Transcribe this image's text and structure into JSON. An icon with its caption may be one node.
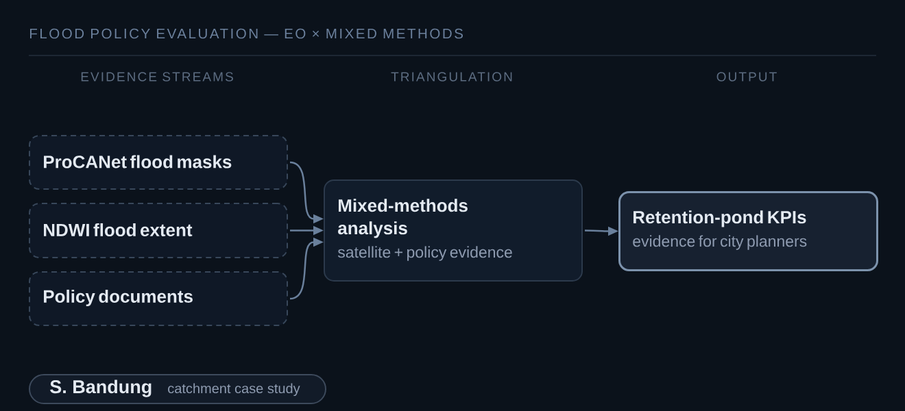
{
  "diagram": {
    "title": "FLOOD POLICY EVALUATION — EO × MIXED METHODS",
    "nodes": [
      {
        "text": [
          "ProCANet flood masks"
        ]
      },
      {
        "text": [
          "NDWI flood extent"
        ]
      },
      {
        "text": [
          "Policy documents"
        ]
      },
      {
        "text": [
          "Mixed-methods analysis",
          "satellite + policy evidence"
        ]
      },
      {
        "text": [
          "Retention-pond KPIs",
          "evidence for city planners"
        ]
      },
      {
        "text": [
          "S. Bandung",
          "catchment case study"
        ]
      }
    ],
    "edges": [
      {
        "from": 0,
        "to": 3,
        "arrow": "to"
      },
      {
        "from": 1,
        "to": 3,
        "arrow": "to"
      },
      {
        "from": 2,
        "to": 3,
        "arrow": "to"
      },
      {
        "from": 3,
        "to": 4,
        "arrow": "to"
      }
    ],
    "labels": [
      "EVIDENCE STREAMS",
      "TRIANGULATION",
      "OUTPUT"
    ]
  }
}
